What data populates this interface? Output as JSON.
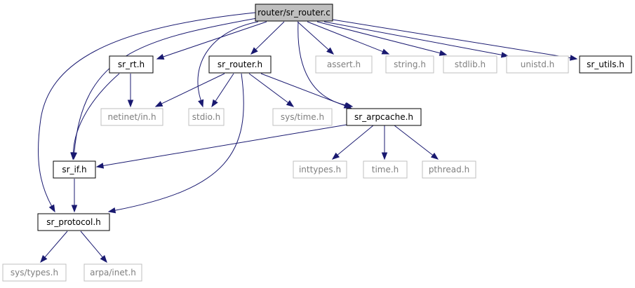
{
  "colors": {
    "edge": "#191970",
    "root_fill": "#bfbfbf",
    "internal_border": "#000000",
    "external_border": "#bfbfbf",
    "internal_text": "#000000",
    "external_text": "#7f7f7f"
  },
  "graph": {
    "nodes": [
      {
        "id": "sr_router_c",
        "label": "router/sr_router.c",
        "kind": "root"
      },
      {
        "id": "sr_rt_h",
        "label": "sr_rt.h",
        "kind": "internal"
      },
      {
        "id": "sr_router_h",
        "label": "sr_router.h",
        "kind": "internal"
      },
      {
        "id": "assert_h",
        "label": "assert.h",
        "kind": "external"
      },
      {
        "id": "string_h",
        "label": "string.h",
        "kind": "external"
      },
      {
        "id": "stdlib_h",
        "label": "stdlib.h",
        "kind": "external"
      },
      {
        "id": "unistd_h",
        "label": "unistd.h",
        "kind": "external"
      },
      {
        "id": "sr_utils_h",
        "label": "sr_utils.h",
        "kind": "internal"
      },
      {
        "id": "netinet_in_h",
        "label": "netinet/in.h",
        "kind": "external"
      },
      {
        "id": "stdio_h",
        "label": "stdio.h",
        "kind": "external"
      },
      {
        "id": "sys_time_h",
        "label": "sys/time.h",
        "kind": "external"
      },
      {
        "id": "sr_arpcache_h",
        "label": "sr_arpcache.h",
        "kind": "internal"
      },
      {
        "id": "sr_if_h",
        "label": "sr_if.h",
        "kind": "internal"
      },
      {
        "id": "inttypes_h",
        "label": "inttypes.h",
        "kind": "external"
      },
      {
        "id": "time_h",
        "label": "time.h",
        "kind": "external"
      },
      {
        "id": "pthread_h",
        "label": "pthread.h",
        "kind": "external"
      },
      {
        "id": "sr_protocol_h",
        "label": "sr_protocol.h",
        "kind": "internal"
      },
      {
        "id": "sys_types_h",
        "label": "sys/types.h",
        "kind": "external"
      },
      {
        "id": "arpa_inet_h",
        "label": "arpa/inet.h",
        "kind": "external"
      }
    ],
    "edges": [
      {
        "from": "sr_router_c",
        "to": "sr_rt_h"
      },
      {
        "from": "sr_router_c",
        "to": "sr_router_h"
      },
      {
        "from": "sr_router_c",
        "to": "assert_h"
      },
      {
        "from": "sr_router_c",
        "to": "string_h"
      },
      {
        "from": "sr_router_c",
        "to": "stdlib_h"
      },
      {
        "from": "sr_router_c",
        "to": "unistd_h"
      },
      {
        "from": "sr_router_c",
        "to": "sr_utils_h"
      },
      {
        "from": "sr_router_c",
        "to": "stdio_h"
      },
      {
        "from": "sr_router_c",
        "to": "sr_arpcache_h"
      },
      {
        "from": "sr_router_c",
        "to": "sr_if_h"
      },
      {
        "from": "sr_router_c",
        "to": "sr_protocol_h"
      },
      {
        "from": "sr_rt_h",
        "to": "netinet_in_h"
      },
      {
        "from": "sr_rt_h",
        "to": "sr_if_h"
      },
      {
        "from": "sr_router_h",
        "to": "netinet_in_h"
      },
      {
        "from": "sr_router_h",
        "to": "stdio_h"
      },
      {
        "from": "sr_router_h",
        "to": "sys_time_h"
      },
      {
        "from": "sr_router_h",
        "to": "sr_arpcache_h"
      },
      {
        "from": "sr_router_h",
        "to": "sr_protocol_h"
      },
      {
        "from": "sr_arpcache_h",
        "to": "sr_if_h"
      },
      {
        "from": "sr_arpcache_h",
        "to": "inttypes_h"
      },
      {
        "from": "sr_arpcache_h",
        "to": "time_h"
      },
      {
        "from": "sr_arpcache_h",
        "to": "pthread_h"
      },
      {
        "from": "sr_if_h",
        "to": "sr_protocol_h"
      },
      {
        "from": "sr_protocol_h",
        "to": "sys_types_h"
      },
      {
        "from": "sr_protocol_h",
        "to": "arpa_inet_h"
      }
    ]
  }
}
